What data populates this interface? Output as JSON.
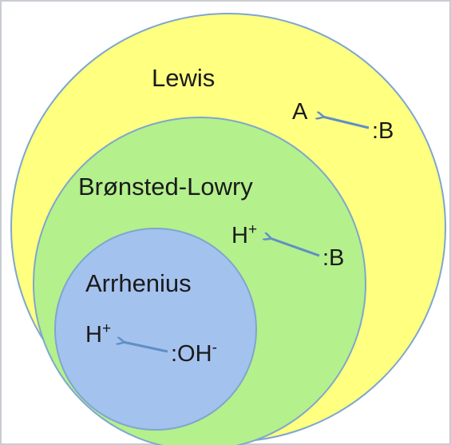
{
  "colors": {
    "lewis_fill": "#ffff80",
    "bronsted_fill": "#b4f08c",
    "arrhenius_fill": "#a4c2ee",
    "circle_stroke": "#7ea6cf",
    "arrow": "#5f8fc6",
    "text": "#1a1a1a",
    "frame_border": "#c9cdd2"
  },
  "lewis": {
    "title": "Lewis",
    "acceptor": "A",
    "donor": ":B"
  },
  "bronsted": {
    "title": "Brønsted-Lowry",
    "acceptor_base": "H",
    "acceptor_charge": "+",
    "donor": ":B"
  },
  "arrhenius": {
    "title": "Arrhenius",
    "acceptor_base": "H",
    "acceptor_charge": "+",
    "donor_base": ":OH",
    "donor_charge": "-"
  }
}
